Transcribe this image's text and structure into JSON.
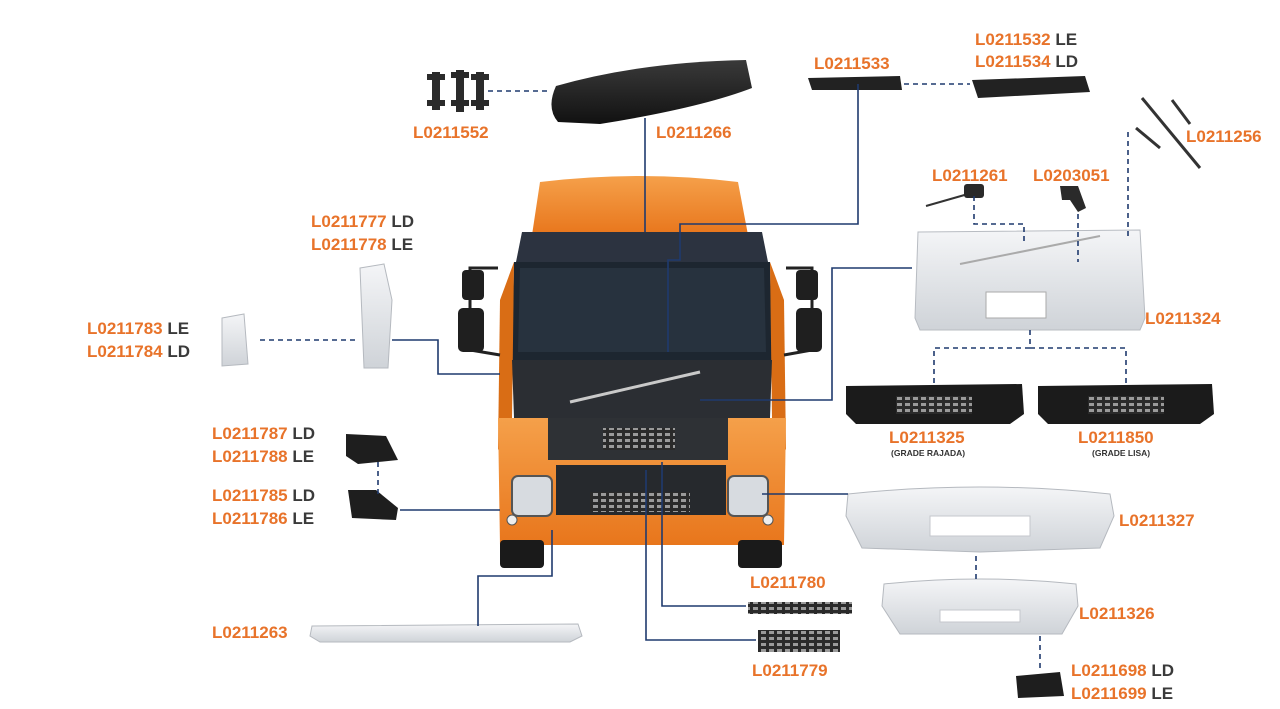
{
  "colors": {
    "code": "#e8732a",
    "side": "#3a3a3a",
    "truck_cab": "#f08a24",
    "connector_blue": "#1f3a6e",
    "dark_part": "#1e1e1e",
    "light_part": "#e2e4e8"
  },
  "parts": [
    {
      "id": "l0211552",
      "code": "L0211552",
      "side": ""
    },
    {
      "id": "l0211266",
      "code": "L0211266",
      "side": ""
    },
    {
      "id": "l0211533",
      "code": "L0211533",
      "side": ""
    },
    {
      "id": "l0211532",
      "code": "L0211532",
      "side": "LE"
    },
    {
      "id": "l0211534",
      "code": "L0211534",
      "side": "LD"
    },
    {
      "id": "l0211256",
      "code": "L0211256",
      "side": ""
    },
    {
      "id": "l0211261",
      "code": "L0211261",
      "side": ""
    },
    {
      "id": "l0203051",
      "code": "L0203051",
      "side": ""
    },
    {
      "id": "l0211777",
      "code": "L0211777",
      "side": "LD"
    },
    {
      "id": "l0211778",
      "code": "L0211778",
      "side": "LE"
    },
    {
      "id": "l0211783",
      "code": "L0211783",
      "side": "LE"
    },
    {
      "id": "l0211784",
      "code": "L0211784",
      "side": "LD"
    },
    {
      "id": "l0211324",
      "code": "L0211324",
      "side": ""
    },
    {
      "id": "l0211325",
      "code": "L0211325",
      "side": "",
      "note": "(GRADE RAJADA)"
    },
    {
      "id": "l0211850",
      "code": "L0211850",
      "side": "",
      "note": "(GRADE LISA)"
    },
    {
      "id": "l0211787",
      "code": "L0211787",
      "side": "LD"
    },
    {
      "id": "l0211788",
      "code": "L0211788",
      "side": "LE"
    },
    {
      "id": "l0211785",
      "code": "L0211785",
      "side": "LD"
    },
    {
      "id": "l0211786",
      "code": "L0211786",
      "side": "LE"
    },
    {
      "id": "l0211327",
      "code": "L0211327",
      "side": ""
    },
    {
      "id": "l0211780",
      "code": "L0211780",
      "side": ""
    },
    {
      "id": "l0211326",
      "code": "L0211326",
      "side": ""
    },
    {
      "id": "l0211263",
      "code": "L0211263",
      "side": ""
    },
    {
      "id": "l0211779",
      "code": "L0211779",
      "side": ""
    },
    {
      "id": "l0211698",
      "code": "L0211698",
      "side": "LD"
    },
    {
      "id": "l0211699",
      "code": "L0211699",
      "side": "LE"
    }
  ],
  "icons": [
    "truck-front-illustration",
    "sun-visor-part",
    "visor-bracket-part",
    "roof-deflector-part",
    "deflector-end-part",
    "gas-spring-part",
    "hood-lock-part",
    "hood-hinge-part",
    "front-hood-panel-part",
    "mirror-cover-part",
    "corner-cover-part",
    "step-cover-part",
    "grille-part",
    "bumper-part",
    "bumper-lower-part",
    "lower-grille-part",
    "spoiler-part",
    "bumper-end-cap-part"
  ]
}
